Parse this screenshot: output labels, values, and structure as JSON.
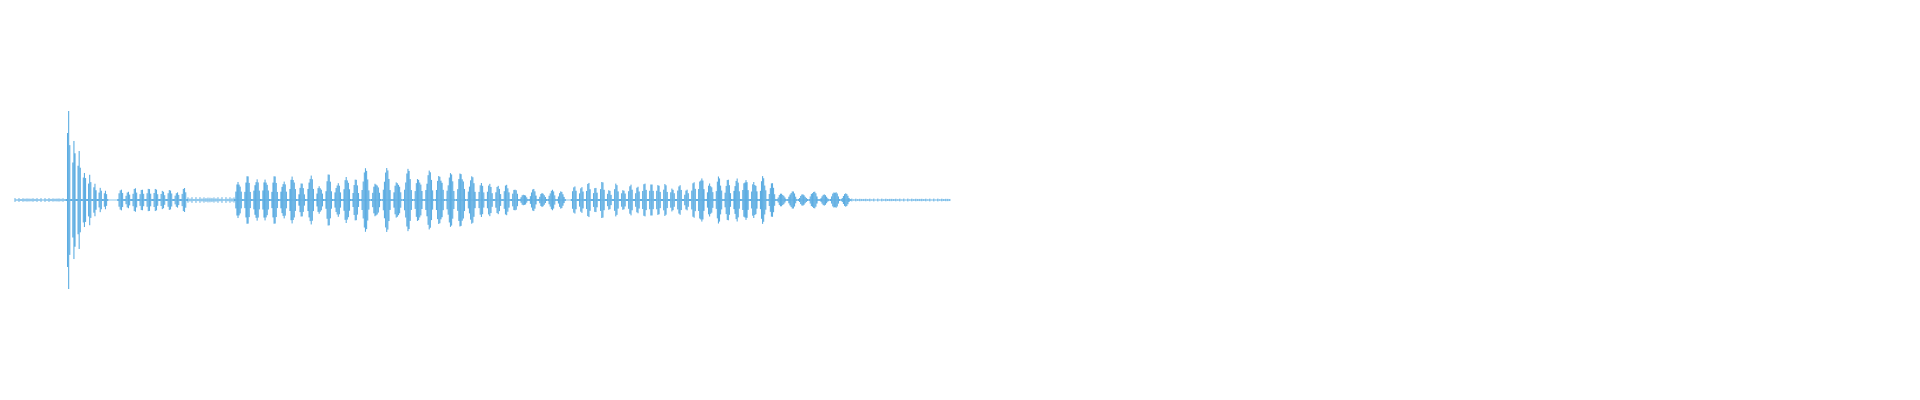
{
  "waveform": {
    "color": "#5dade2",
    "baseline_color": "#8ec9ee",
    "duration_fraction_filled": 0.5,
    "segments": [
      {
        "start": 0.0,
        "end": 0.055,
        "peak": 0.02,
        "pulses": 0
      },
      {
        "start": 0.055,
        "end": 0.1,
        "peak": 1.0,
        "pulses": 8,
        "decay": true
      },
      {
        "start": 0.11,
        "end": 0.185,
        "peak": 0.14,
        "pulses": 10
      },
      {
        "start": 0.185,
        "end": 0.235,
        "peak": 0.03,
        "pulses": 0
      },
      {
        "start": 0.235,
        "end": 0.37,
        "peak": 0.28,
        "pulses": 14
      },
      {
        "start": 0.37,
        "end": 0.495,
        "peak": 0.34,
        "pulses": 11
      },
      {
        "start": 0.495,
        "end": 0.54,
        "peak": 0.2,
        "pulses": 5
      },
      {
        "start": 0.54,
        "end": 0.59,
        "peak": 0.12,
        "pulses": 5
      },
      {
        "start": 0.595,
        "end": 0.73,
        "peak": 0.2,
        "pulses": 18
      },
      {
        "start": 0.73,
        "end": 0.815,
        "peak": 0.27,
        "pulses": 9
      },
      {
        "start": 0.815,
        "end": 0.895,
        "peak": 0.1,
        "pulses": 7
      },
      {
        "start": 0.895,
        "end": 1.0,
        "peak": 0.015,
        "pulses": 0
      }
    ]
  }
}
